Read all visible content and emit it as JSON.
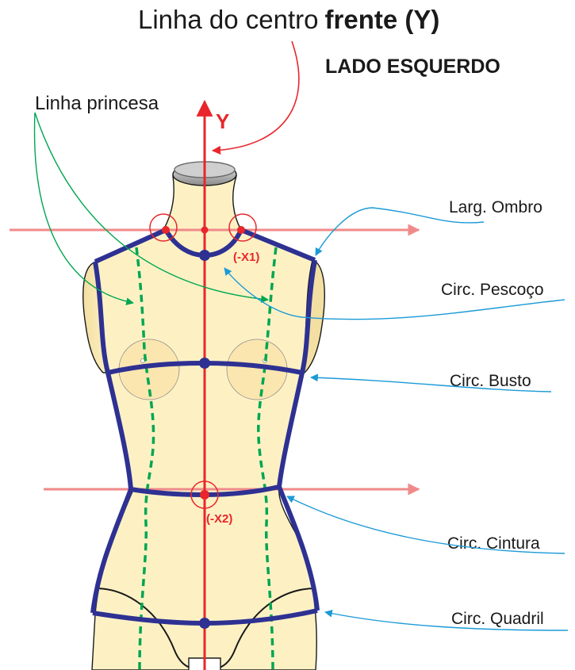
{
  "title": {
    "prefix": "Linha do centro",
    "bold": "frente (Y)"
  },
  "side_label": "LADO ESQUERDO",
  "axis_label": "Y",
  "princess_label": "Linha princesa",
  "point_labels": {
    "x1": "(-X1)",
    "x2": "(-X2)"
  },
  "measurements": [
    {
      "id": "shoulder",
      "label": "Larg. Ombro"
    },
    {
      "id": "neck",
      "label": "Circ. Pescoço"
    },
    {
      "id": "bust",
      "label": "Circ. Busto"
    },
    {
      "id": "waist",
      "label": "Circ. Cintura"
    },
    {
      "id": "hip",
      "label": "Circ. Quadril"
    }
  ],
  "colors": {
    "axis_red": "#e8262b",
    "guide_pink": "#f08a8a",
    "measure_navy": "#2e3192",
    "princess_green": "#00a651",
    "callout_blue": "#1b9ad6",
    "body_fill": "#fdf1c4",
    "body_stroke": "#1a1a1a"
  }
}
